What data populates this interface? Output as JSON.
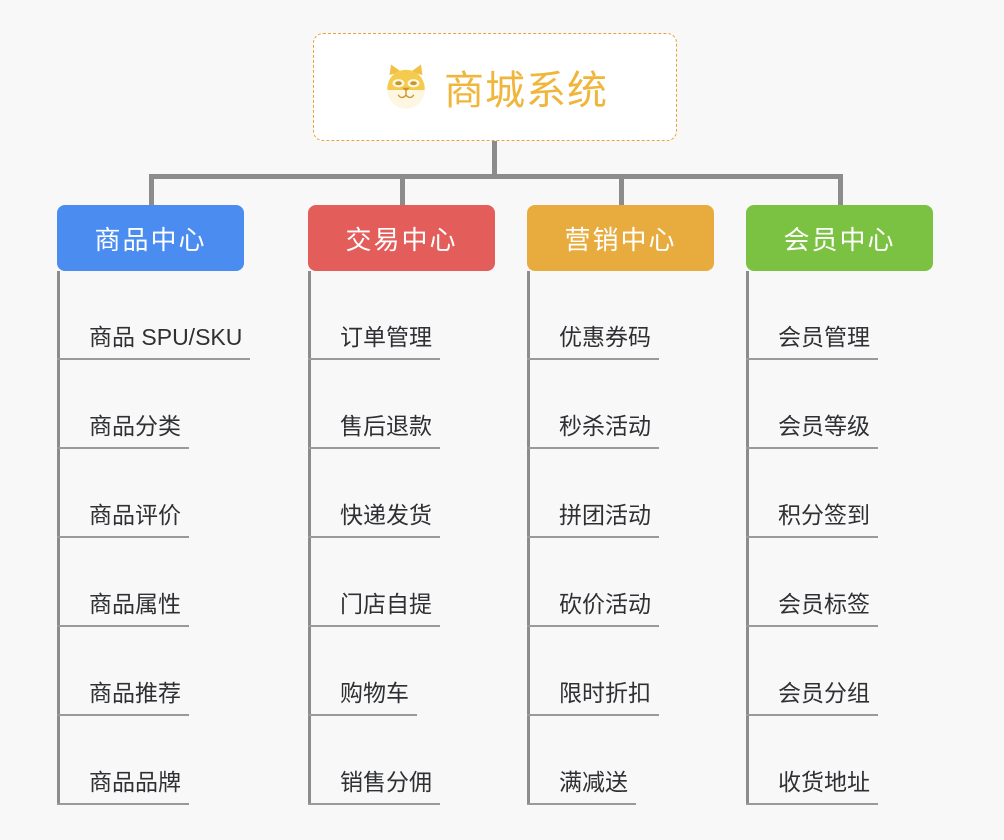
{
  "root": {
    "title": "商城系统",
    "icon": "shiba-dog-icon",
    "border_color": "#e8a33d",
    "text_color": "#f0b63c",
    "background": "#ffffff"
  },
  "canvas": {
    "background": "#f8f8f8",
    "connector_color": "#8c8c8c"
  },
  "columns": [
    {
      "title": "商品中心",
      "color": "#4a8cf0",
      "items": [
        {
          "label": "商品 SPU/SKU"
        },
        {
          "label": "商品分类"
        },
        {
          "label": "商品评价"
        },
        {
          "label": "商品属性"
        },
        {
          "label": "商品推荐"
        },
        {
          "label": "商品品牌"
        }
      ]
    },
    {
      "title": "交易中心",
      "color": "#e35d5b",
      "items": [
        {
          "label": "订单管理"
        },
        {
          "label": "售后退款"
        },
        {
          "label": "快递发货"
        },
        {
          "label": "门店自提"
        },
        {
          "label": "购物车"
        },
        {
          "label": "销售分佣"
        }
      ]
    },
    {
      "title": "营销中心",
      "color": "#e8ac3e",
      "items": [
        {
          "label": "优惠券码"
        },
        {
          "label": "秒杀活动"
        },
        {
          "label": "拼团活动"
        },
        {
          "label": "砍价活动"
        },
        {
          "label": "限时折扣"
        },
        {
          "label": "满减送"
        }
      ]
    },
    {
      "title": "会员中心",
      "color": "#7cc242",
      "items": [
        {
          "label": "会员管理"
        },
        {
          "label": "会员等级"
        },
        {
          "label": "积分签到"
        },
        {
          "label": "会员标签"
        },
        {
          "label": "会员分组"
        },
        {
          "label": "收货地址"
        }
      ]
    }
  ]
}
